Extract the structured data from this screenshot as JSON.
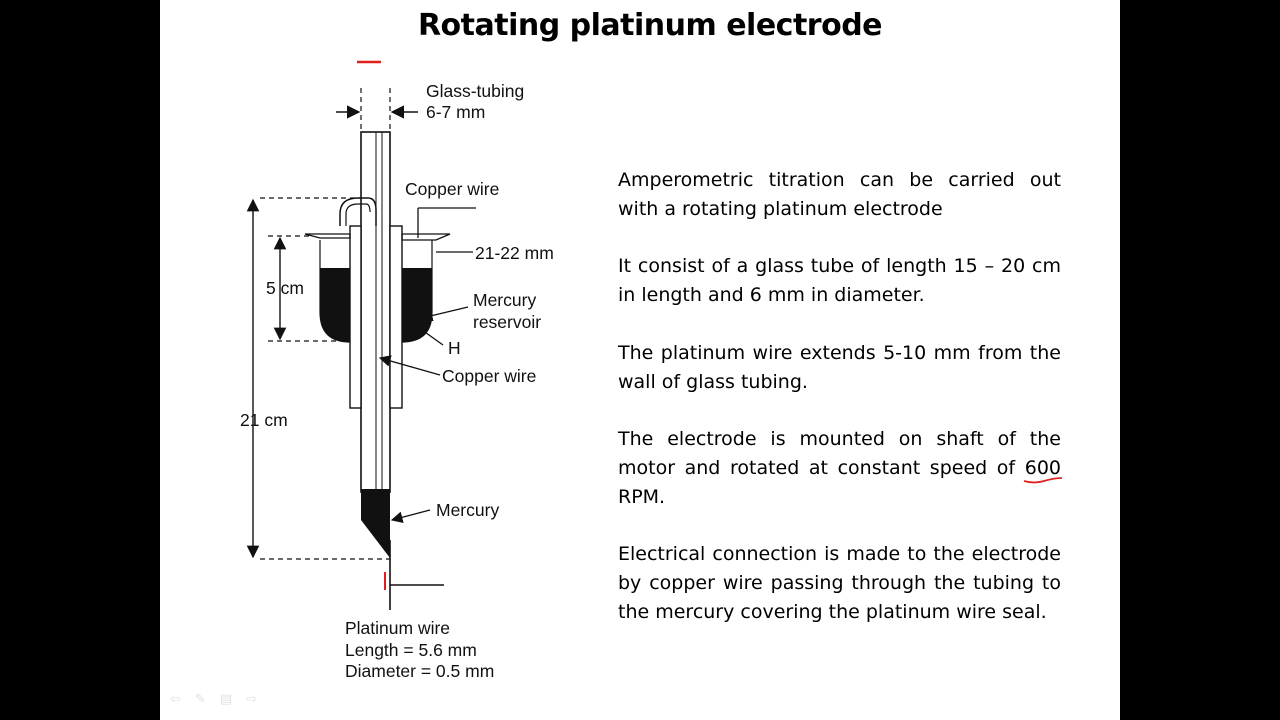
{
  "slide": {
    "title": "Rotating platinum electrode",
    "paragraphs": [
      {
        "text": "Amperometric titration can be carried out with a rotating platinum electrode"
      },
      {
        "text": "It consist of a glass tube of length 15 – 20 cm in length and 6 mm in diameter."
      },
      {
        "text": "The platinum wire extends 5-10 mm from the wall of glass tubing."
      },
      {
        "text_before": "The electrode is mounted on shaft of the motor and rotated at constant speed of ",
        "highlight": "600",
        "text_after": " RPM."
      },
      {
        "text": "Electrical connection is made to the electrode by copper wire passing through the tubing to the mercury covering the platinum wire seal."
      }
    ]
  },
  "diagram": {
    "labels": {
      "glass_tubing": "Glass-tubing",
      "glass_tubing_size": "6-7 mm",
      "copper_wire_top": "Copper wire",
      "width_21_22": "21-22 mm",
      "five_cm": "5 cm",
      "mercury_reservoir_line1": "Mercury",
      "mercury_reservoir_line2": "reservoir",
      "h": "H",
      "copper_wire_mid": "Copper wire",
      "twenty_one_cm": "21 cm",
      "mercury": "Mercury",
      "platinum_wire": "Platinum wire",
      "length": "Length = 5.6 mm",
      "diameter": "Diameter = 0.5 mm"
    }
  },
  "annotation_color": "#e0201c",
  "controls": [
    "back-arrow-icon",
    "pen-icon",
    "menu-icon",
    "forward-arrow-icon"
  ]
}
